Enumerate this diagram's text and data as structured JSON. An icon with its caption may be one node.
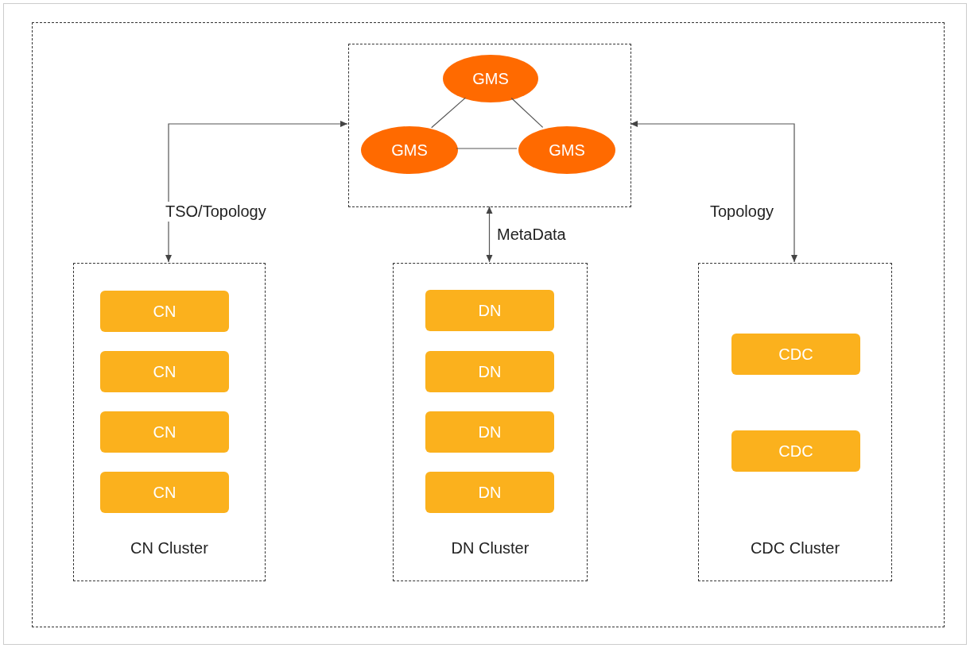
{
  "diagram": {
    "nodes": [
      {
        "text": [],
        "shape": "box"
      },
      {
        "text": [],
        "shape": "box",
        "in": 0
      },
      {
        "text": [
          "GMS"
        ],
        "in": 1
      },
      {
        "text": [
          "GMS"
        ],
        "in": 1
      },
      {
        "text": [
          "GMS"
        ],
        "in": 1
      },
      {
        "text": [
          "CN Cluster"
        ],
        "in": 0
      },
      {
        "text": [
          "CN"
        ],
        "in": 5
      },
      {
        "text": [
          "CN"
        ],
        "in": 5
      },
      {
        "text": [
          "CN"
        ],
        "in": 5
      },
      {
        "text": [
          "CN"
        ],
        "in": 5
      },
      {
        "text": [
          "DN Cluster"
        ],
        "in": 0
      },
      {
        "text": [
          "DN"
        ],
        "in": 10
      },
      {
        "text": [
          "DN"
        ],
        "in": 10
      },
      {
        "text": [
          "DN"
        ],
        "in": 10
      },
      {
        "text": [
          "DN"
        ],
        "in": 10
      },
      {
        "text": [
          "CDC Cluster"
        ],
        "in": 0
      },
      {
        "text": [
          "CDC"
        ],
        "in": 15
      },
      {
        "text": [
          "CDC"
        ],
        "in": 15
      }
    ],
    "edges": [
      {
        "from": 2,
        "to": 3,
        "arrow": "none"
      },
      {
        "from": 2,
        "to": 4,
        "arrow": "none"
      },
      {
        "from": 3,
        "to": 4,
        "arrow": "none"
      },
      {
        "from": 1,
        "to": 5,
        "arrow": "both",
        "label": "TSO/Topology"
      },
      {
        "from": 1,
        "to": 10,
        "arrow": "both",
        "label": "MetaData"
      },
      {
        "from": 1,
        "to": 15,
        "arrow": "both",
        "label": "Topology"
      }
    ]
  }
}
